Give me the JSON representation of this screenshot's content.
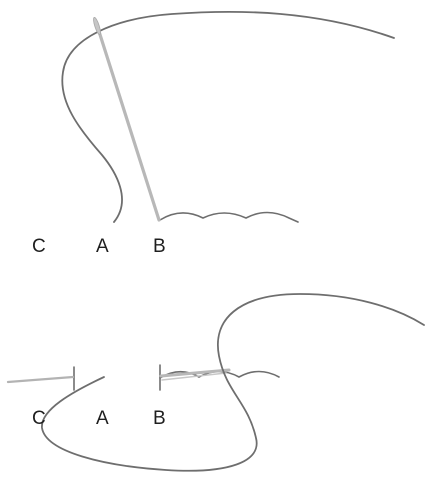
{
  "colors": {
    "thread": "#6e6e6e",
    "needle": "#b8b8b8",
    "tail": "#b3b3b3",
    "text": "#1f1f1f",
    "background": "#ffffff"
  },
  "panels": [
    {
      "name": "step-1",
      "labels": {
        "c": "C",
        "a": "A",
        "b": "B"
      }
    },
    {
      "name": "step-2",
      "labels": {
        "c": "C",
        "a": "A",
        "b": "B"
      }
    }
  ]
}
